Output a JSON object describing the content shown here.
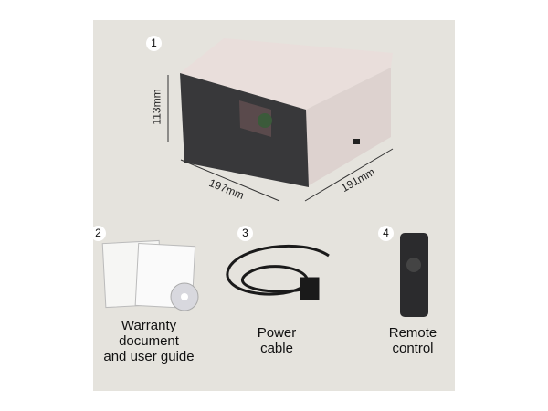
{
  "items": [
    {
      "number": "1",
      "dimensions": {
        "height": "113mm",
        "width": "197mm",
        "depth": "191mm"
      }
    },
    {
      "number": "2",
      "label_lines": [
        "Warranty",
        "document",
        "and user guide"
      ]
    },
    {
      "number": "3",
      "label_lines": [
        "Power",
        "cable"
      ]
    },
    {
      "number": "4",
      "label_lines": [
        "Remote",
        "control"
      ]
    }
  ],
  "colors": {
    "background": "#e5e3dd",
    "projector_top": "#e9dedb",
    "projector_front": "#38383a"
  }
}
